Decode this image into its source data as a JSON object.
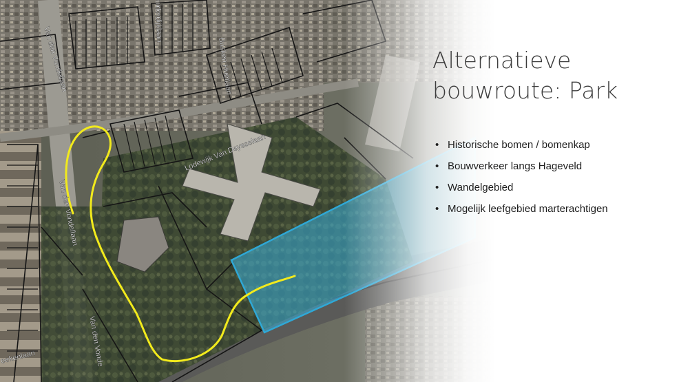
{
  "slide": {
    "title": "Alternatieve bouwroute: Park",
    "bullet_glyph": "•",
    "bullets": [
      "Historische bomen / bomenkap",
      "Bouwverkeer langs Hageveld",
      "Wandelgebied",
      "Mogelijk leefgebied marterachtigen"
    ]
  },
  "map": {
    "street_labels": {
      "vondel_top": "Van den Vondellaan",
      "vondel_mid": "Van den Vondellaan",
      "vondel_bottom": "Van den Vonde",
      "uiderdijk": "uiderdijklaan",
      "busken": "Busken Huetlaan",
      "lodewijk": "Lodewijk Van Deysselaan",
      "eeken": "eekenlaan"
    },
    "colors": {
      "route": "#f2ea1c",
      "zone_fill": "#3aaed8",
      "zone_stroke": "#2fa8d6",
      "parcel_lines": "#151515"
    }
  }
}
